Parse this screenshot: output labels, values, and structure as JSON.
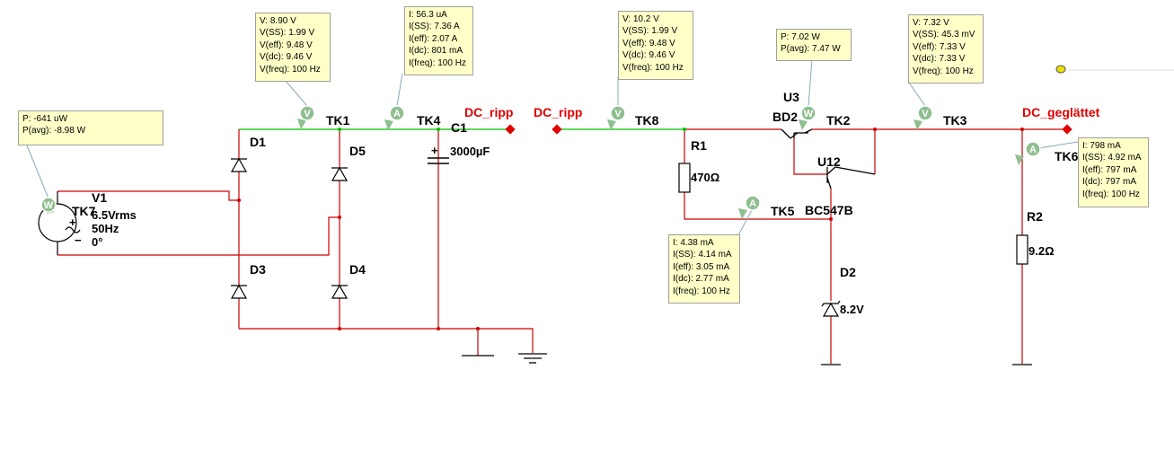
{
  "colors": {
    "wire_red": "#cc0000",
    "wire_green": "#00c000",
    "probe_fill": "#ffffc8",
    "net_label": "#e00000",
    "probe_icon": "#8fbf8f"
  },
  "labels": {
    "v1": "V1",
    "v1_vrms": "6.5Vrms",
    "v1_freq": "50Hz",
    "v1_phase": "0°",
    "d1": "D1",
    "d3": "D3",
    "d4": "D4",
    "d5": "D5",
    "d2": "D2",
    "c1": "C1",
    "c1_val": "3000µF",
    "r1": "R1",
    "r1_val": "470Ω",
    "r2": "R2",
    "r2_val": "9.2Ω",
    "u3": "U3",
    "bd2": "BD2",
    "u12": "U12",
    "bc547b": "BC547B",
    "d2_val": "8.2V",
    "tk1": "TK1",
    "tk2": "TK2",
    "tk3": "TK3",
    "tk4": "TK4",
    "tk5": "TK5",
    "tk6": "TK6",
    "tk7": "TK7",
    "tk8": "TK8",
    "net_dc_ripp_1": "DC_ripp",
    "net_dc_ripp_2": "DC_ripp",
    "net_dc_glaettet": "DC_geglättet",
    "plus": "+",
    "minus": "−",
    "cap_plus": "+"
  },
  "probes": {
    "tk7": [
      "P: -641 uW",
      "P(avg): -8.98 W"
    ],
    "tk1": [
      "V: 8.90 V",
      "V(SS): 1.99 V",
      "V(eff): 9.48 V",
      "V(dc): 9.46 V",
      "V(freq): 100 Hz"
    ],
    "tk4": [
      "I: 56.3 uA",
      "I(SS): 7.36 A",
      "I(eff): 2.07 A",
      "I(dc): 801 mA",
      "I(freq): 100 Hz"
    ],
    "tk8": [
      "V: 10.2 V",
      "V(SS): 1.99 V",
      "V(eff): 9.48 V",
      "V(dc): 9.46 V",
      "V(freq): 100 Hz"
    ],
    "u3": [
      "P: 7.02 W",
      "P(avg): 7.47 W"
    ],
    "tk3": [
      "V: 7.32 V",
      "V(SS): 45.3 mV",
      "V(eff): 7.33 V",
      "V(dc): 7.33 V",
      "V(freq): 100 Hz"
    ],
    "tk5": [
      "I: 4.38 mA",
      "I(SS): 4.14 mA",
      "I(eff): 3.05 mA",
      "I(dc): 2.77 mA",
      "I(freq): 100 Hz"
    ],
    "tk6": [
      "I: 798 mA",
      "I(SS): 4.92 mA",
      "I(eff): 797 mA",
      "I(dc): 797 mA",
      "I(freq): 100 Hz"
    ]
  },
  "icons": {
    "probe_v": "V",
    "probe_a": "A",
    "probe_w": "W"
  }
}
